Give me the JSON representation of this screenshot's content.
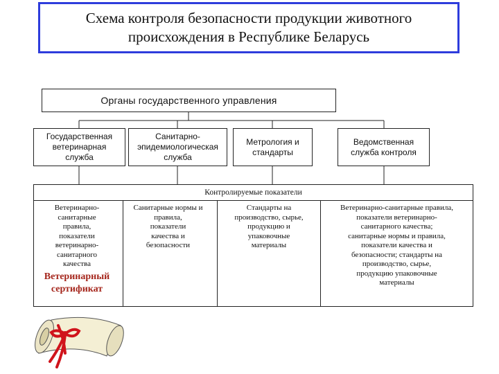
{
  "title": {
    "line1": "Схема контроля безопасности продукции животного",
    "line2": "происхождения в Республике Беларусь"
  },
  "authorities": {
    "label": "Органы государственного управления"
  },
  "services": [
    {
      "lines": [
        "Государственная",
        "ветеринарная",
        "служба"
      ]
    },
    {
      "lines": [
        "Санитарно-",
        "эпидемиологическая",
        "служба"
      ]
    },
    {
      "lines": [
        "Метрология и",
        "стандарты"
      ]
    },
    {
      "lines": [
        "Ведомственная",
        "служба контроля"
      ]
    }
  ],
  "indicators": {
    "header": "Контролируемые показатели",
    "columns": [
      {
        "lines": [
          "Ветеринарно-",
          "санитарные",
          "правила,",
          "показатели",
          "ветеринарно-",
          "санитарного",
          "качества"
        ]
      },
      {
        "lines": [
          "Санитарные нормы и",
          "правила,",
          "показатели",
          "качества и",
          "безопасности"
        ]
      },
      {
        "lines": [
          "Стандарты на",
          "производство, сырье,",
          "продукцию и",
          "упаковочные",
          "материалы"
        ]
      },
      {
        "lines": [
          "Ветеринарно-санитарные правила,",
          "показатели ветеринарно-",
          "санитарного качества;",
          "санитарные нормы и правила,",
          "показатели качества и",
          "безопасности; стандарты на",
          "производство, сырье,",
          "продукцию упаковочные",
          "материалы"
        ]
      }
    ],
    "certificate": {
      "line1": "Ветеринарный",
      "line2": "сертификат"
    }
  },
  "colors": {
    "title_border": "#2e3cdc",
    "certificate_text": "#a5261c",
    "ribbon": "#d0141c",
    "paper": "#f4efd4"
  },
  "icons": {
    "scroll": "rolled-certificate-scroll-icon"
  }
}
